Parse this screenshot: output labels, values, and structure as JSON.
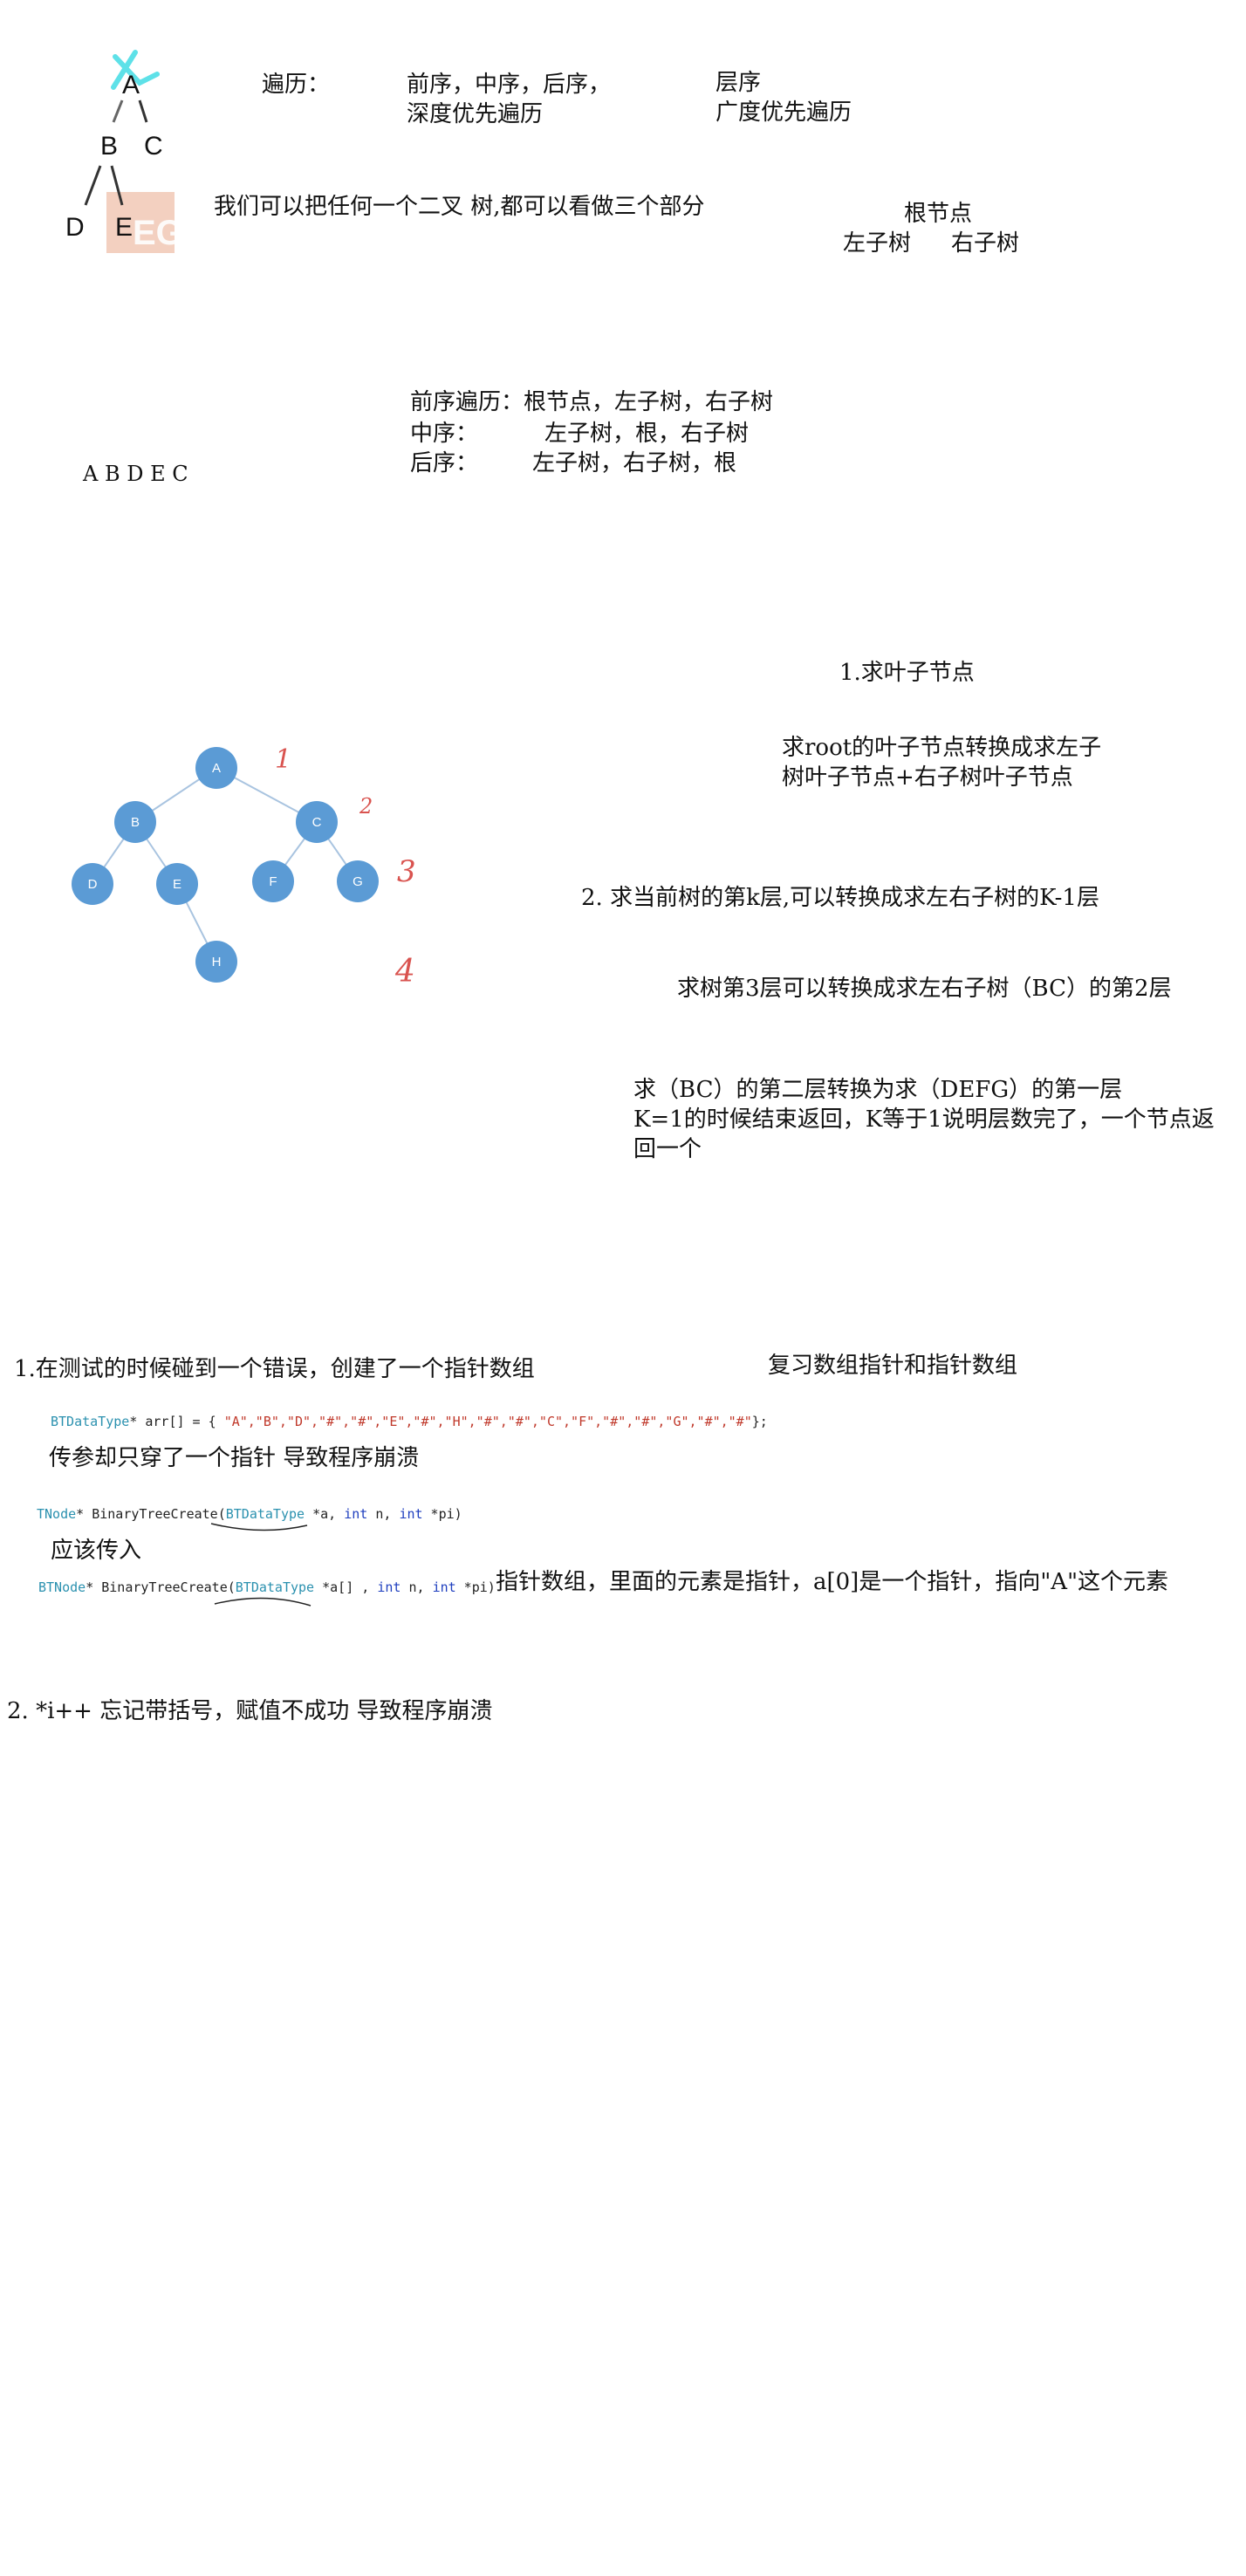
{
  "top": {
    "traversal_label": "遍历：",
    "dfs_orders": "前序，中序，后序，",
    "dfs_name": "深度优先遍历",
    "level_order": "层序",
    "bfs_name": "广度优先遍历",
    "three_parts": "我们可以把任何一个二叉 树,都可以看做三个部分",
    "root_node": "根节点",
    "left_subtree": "左子树",
    "right_subtree": "右子树"
  },
  "orders": {
    "preorder": "前序遍历：根节点，左子树，右子树",
    "inorder_label": "中序：",
    "inorder_value": "左子树，根，右子树",
    "postorder_label": "后序：",
    "postorder_value": "左子树，右子树，根",
    "sequence": "A B D E C"
  },
  "small_tree": {
    "nodes": [
      "A",
      "B",
      "C",
      "D",
      "E"
    ],
    "watermark": "EG"
  },
  "big_tree": {
    "nodes": [
      "A",
      "B",
      "C",
      "D",
      "E",
      "F",
      "G",
      "H"
    ],
    "level_marks": [
      "1",
      "2",
      "3",
      "4"
    ]
  },
  "leaf": {
    "title": "1.求叶子节点",
    "desc1": "求root的叶子节点转换成求左子",
    "desc2": "树叶子节点+右子树叶子节点"
  },
  "klevel": {
    "title": "2. 求当前树的第k层,可以转换成求左右子树的K-1层",
    "example": "求树第3层可以转换成求左右子树（BC）的第2层",
    "line1": "求（BC）的第二层转换为求（DEFG）的第一层",
    "line2": "K=1的时候结束返回，K等于1说明层数完了，一个节点返",
    "line3": "回一个"
  },
  "bugs": {
    "bug1": "1.在测试的时候碰到一个错误，创建了一个指针数组",
    "review": "复习数组指针和指针数组",
    "code_array": {
      "type": "BTDataType",
      "rest": "* arr[] = {",
      "values": "\"A\",\"B\",\"D\",\"#\",\"#\",\"E\",\"#\",\"H\",\"#\",\"#\",\"C\",\"F\",\"#\",\"#\",\"G\",\"#\",\"#\"",
      "end": "};"
    },
    "wrong_note": "传参却只穿了一个指针 导致程序崩溃",
    "code_wrong": {
      "ret": "TNode",
      "fn": "* BinaryTreeCreate(",
      "ptype": "BTDataType",
      "param": " *a",
      "sep": ", ",
      "int1": "int",
      "n": " n, ",
      "int2": "int",
      "pi": " *pi)"
    },
    "should_pass": "应该传入",
    "code_right": {
      "ret": "BTNode",
      "fn": "* BinaryTreeCreate(",
      "ptype": "BTDataType",
      "param": " *a[]",
      "sep": " , ",
      "int1": "int",
      "n": " n, ",
      "int2": "int",
      "pi": " *pi)"
    },
    "ptr_array_note": "指针数组，里面的元素是指针，a[0]是一个指针，指向\"A\"这个元素",
    "bug2": "2.  *i++  忘记带括号，赋值不成功 导致程序崩溃"
  },
  "colors": {
    "node_fill": "#5b9bd5",
    "edge": "#a9c4e0",
    "red_mark": "#d9534f",
    "cyan_highlight": "#5ee1e8",
    "watermark": "#f0c4b0"
  }
}
